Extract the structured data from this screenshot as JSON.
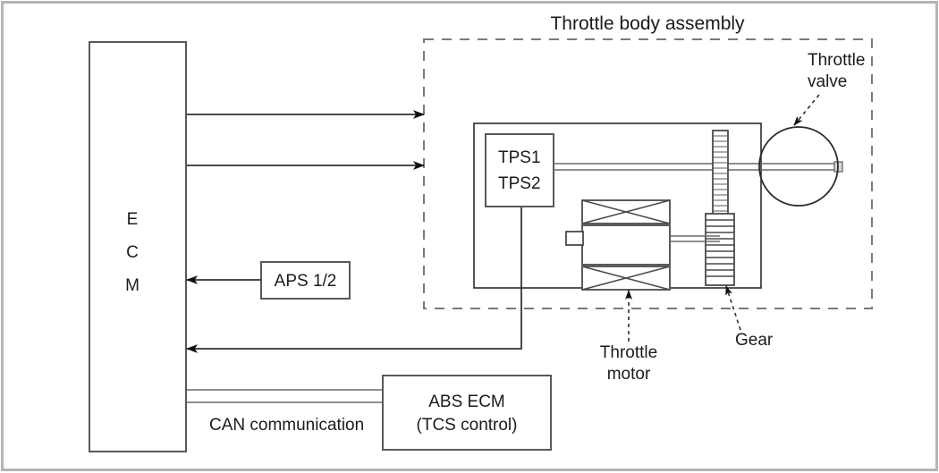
{
  "diagram": {
    "title_label": "Throttle body assembly",
    "blocks": {
      "ecm": {
        "letters": [
          "E",
          "C",
          "M"
        ],
        "name": "ECM"
      },
      "aps": {
        "label": "APS 1/2"
      },
      "tps": {
        "line1": "TPS1",
        "line2": "TPS2"
      },
      "abs_ecm": {
        "line1": "ABS ECM",
        "line2": "(TCS control)"
      }
    },
    "callouts": {
      "throttle_valve": {
        "line1": "Throttle",
        "line2": "valve"
      },
      "throttle_motor": {
        "line1": "Throttle",
        "line2": "motor"
      },
      "gear": {
        "label": "Gear"
      }
    },
    "bus_label": "CAN communication",
    "colors": {
      "stroke_dark": "#2b2b2b",
      "stroke_mid": "#4a4a4c",
      "stroke_light": "#b4b4b6",
      "dashed": "#7a7a7c",
      "background": "#ffffff",
      "text": "#1b1b1b"
    }
  }
}
